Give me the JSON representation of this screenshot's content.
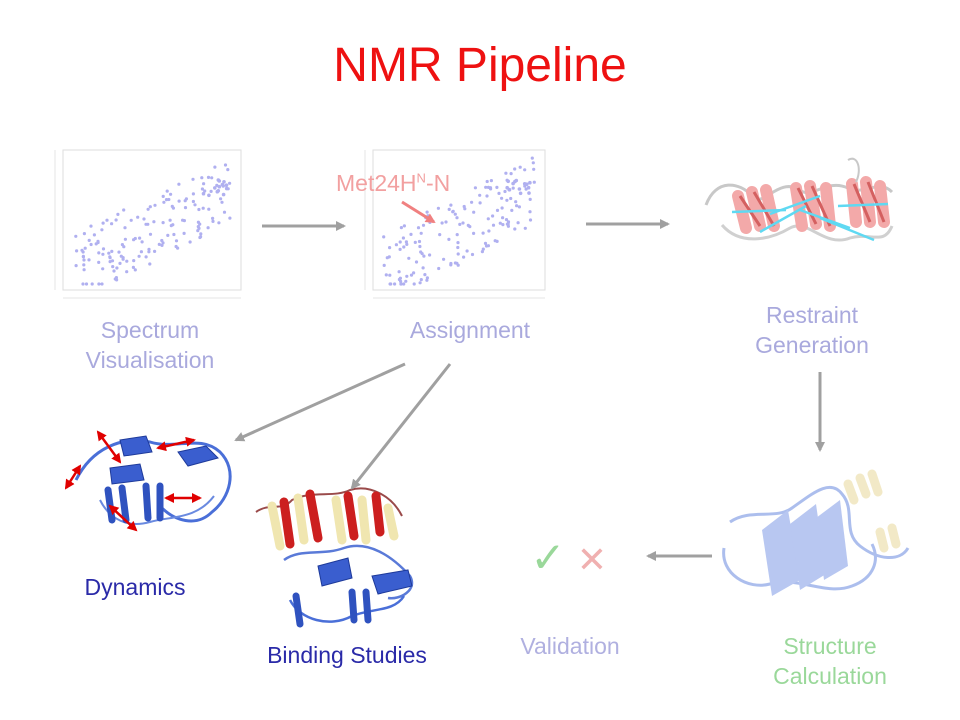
{
  "title": "NMR Pipeline",
  "stages": {
    "spectrum": "Spectrum Visualisation",
    "assignment": "Assignment",
    "restraint": "Restraint Generation",
    "dynamics": "Dynamics",
    "binding": "Binding Studies",
    "validation": "Validation",
    "structure": "Structure Calculation"
  },
  "assignment_annotation": {
    "base": "Met24H",
    "superscript": "N",
    "suffix": "-N"
  },
  "validation_symbols": {
    "check": "✓",
    "cross": "✕"
  },
  "colors": {
    "title": "#ee1111",
    "stage_label": "#a9a9dd",
    "dynamics_label": "#2a2aa8",
    "structure_label": "#9ad89a",
    "arrow_gray": "#a0a0a0",
    "spectrum_peaks": "#b0b0f0",
    "helix_red": "#dd2222",
    "sheet_blue": "#3a5ecf",
    "dynamics_arrow": "#e00000"
  }
}
